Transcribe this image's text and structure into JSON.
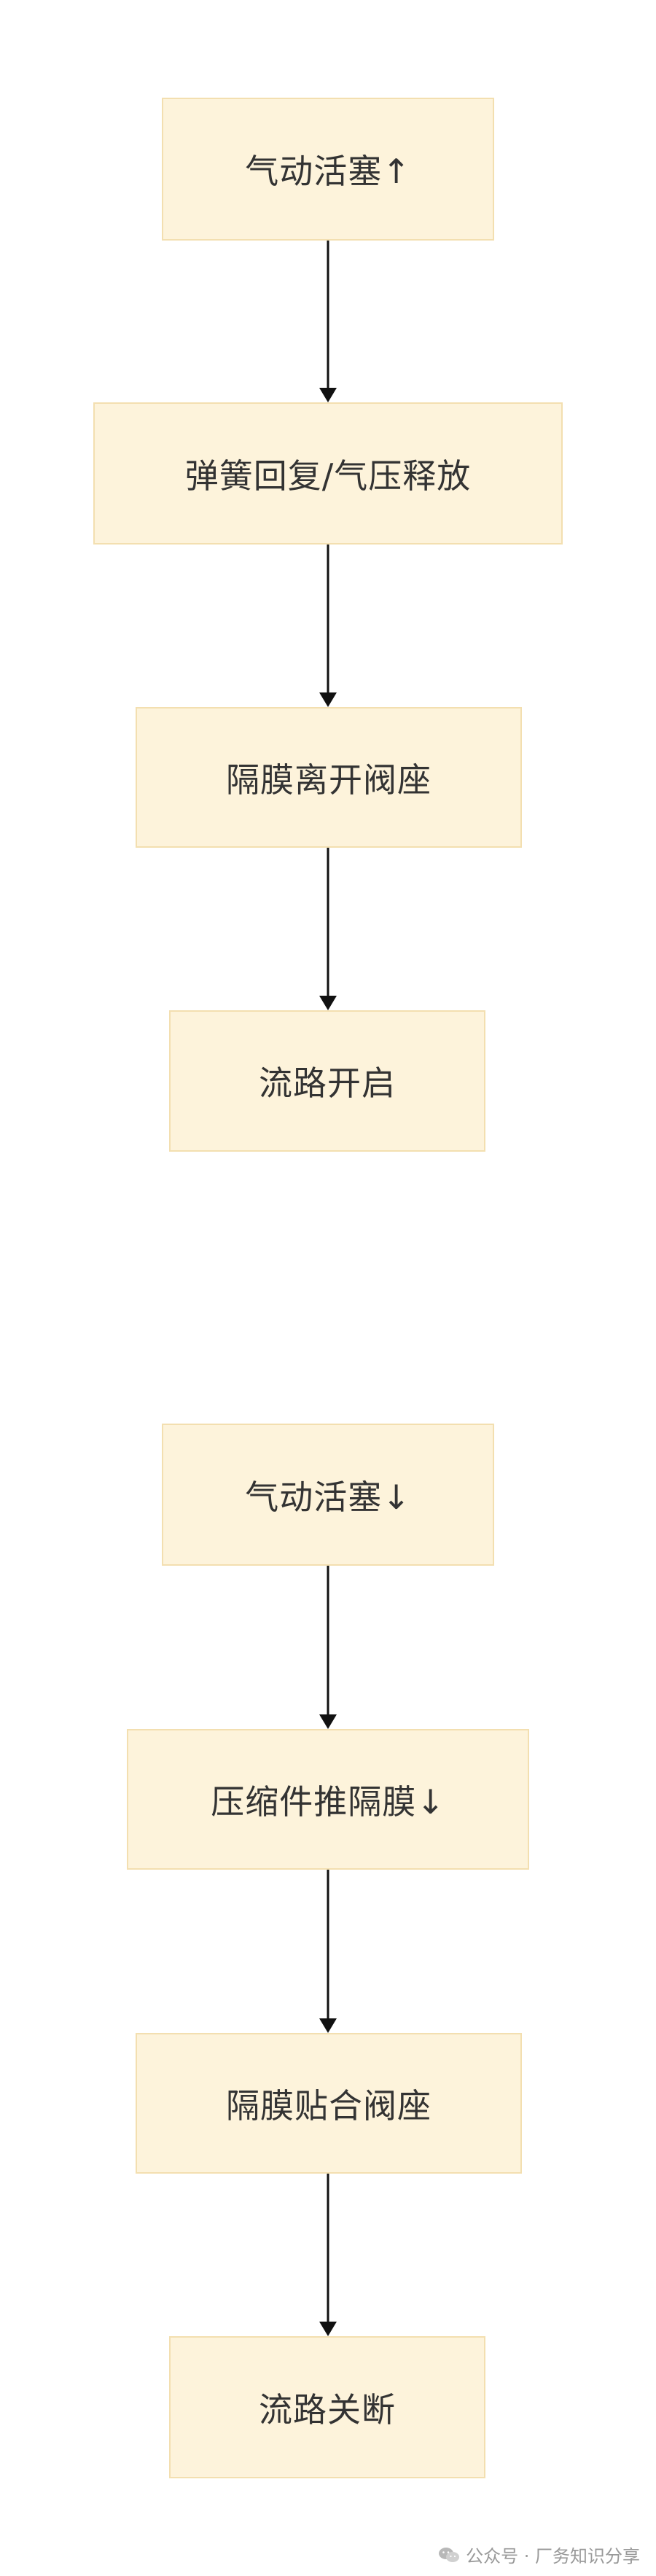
{
  "flow_open": {
    "nodes": [
      "气动活塞↑",
      "弹簧回复/气压释放",
      "隔膜离开阀座",
      "流路开启"
    ]
  },
  "flow_close": {
    "nodes": [
      "气动活塞↓",
      "压缩件推隔膜↓",
      "隔膜贴合阀座",
      "流路关断"
    ]
  },
  "watermark": {
    "text": "公众号 · 厂务知识分享",
    "icon": "wechat-icon"
  },
  "colors": {
    "node_fill": "#fdf3db",
    "node_border": "#f3dfb0",
    "arrow": "#111111",
    "text": "#333333"
  }
}
